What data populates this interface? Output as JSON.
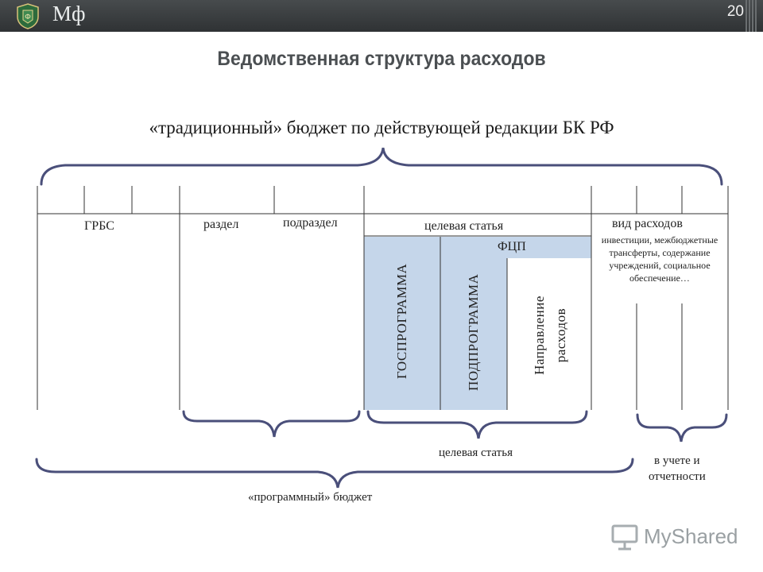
{
  "header": {
    "brand": "Мф",
    "page_number": "20"
  },
  "title": "Ведомственная структура расходов",
  "subtitle": "«традиционный» бюджет по действующей редакции БК РФ",
  "columns": {
    "grbs": "ГРБС",
    "razdel": "раздел",
    "podrazdel": "подраздел",
    "celevaya_statya": "целевая статья",
    "vid_rashodov": "вид расходов",
    "vid_rashodov_note": "инвестиции, межбюджетные трансферты, содержание учреждений, социальное обеспечение…",
    "fcp": "ФЦП",
    "gosprogramma": "ГОСПРОГРАММА",
    "podprogramma": "ПОДПРОГРАММА",
    "napravlenie_line1": "Направление",
    "napravlenie_line2": "расходов"
  },
  "brace_labels": {
    "celevaya_statya": "целевая статья",
    "v_uchete_line1": "в учете и",
    "v_uchete_line2": "отчетности",
    "programmny_budget": "«программный» бюджет"
  },
  "watermark": "MyShared",
  "colors": {
    "topbar": "#3a3d3f",
    "highlight_fill": "#c5d6ea",
    "brace_stroke": "#4a4f7a",
    "title": "#4b4f52"
  }
}
